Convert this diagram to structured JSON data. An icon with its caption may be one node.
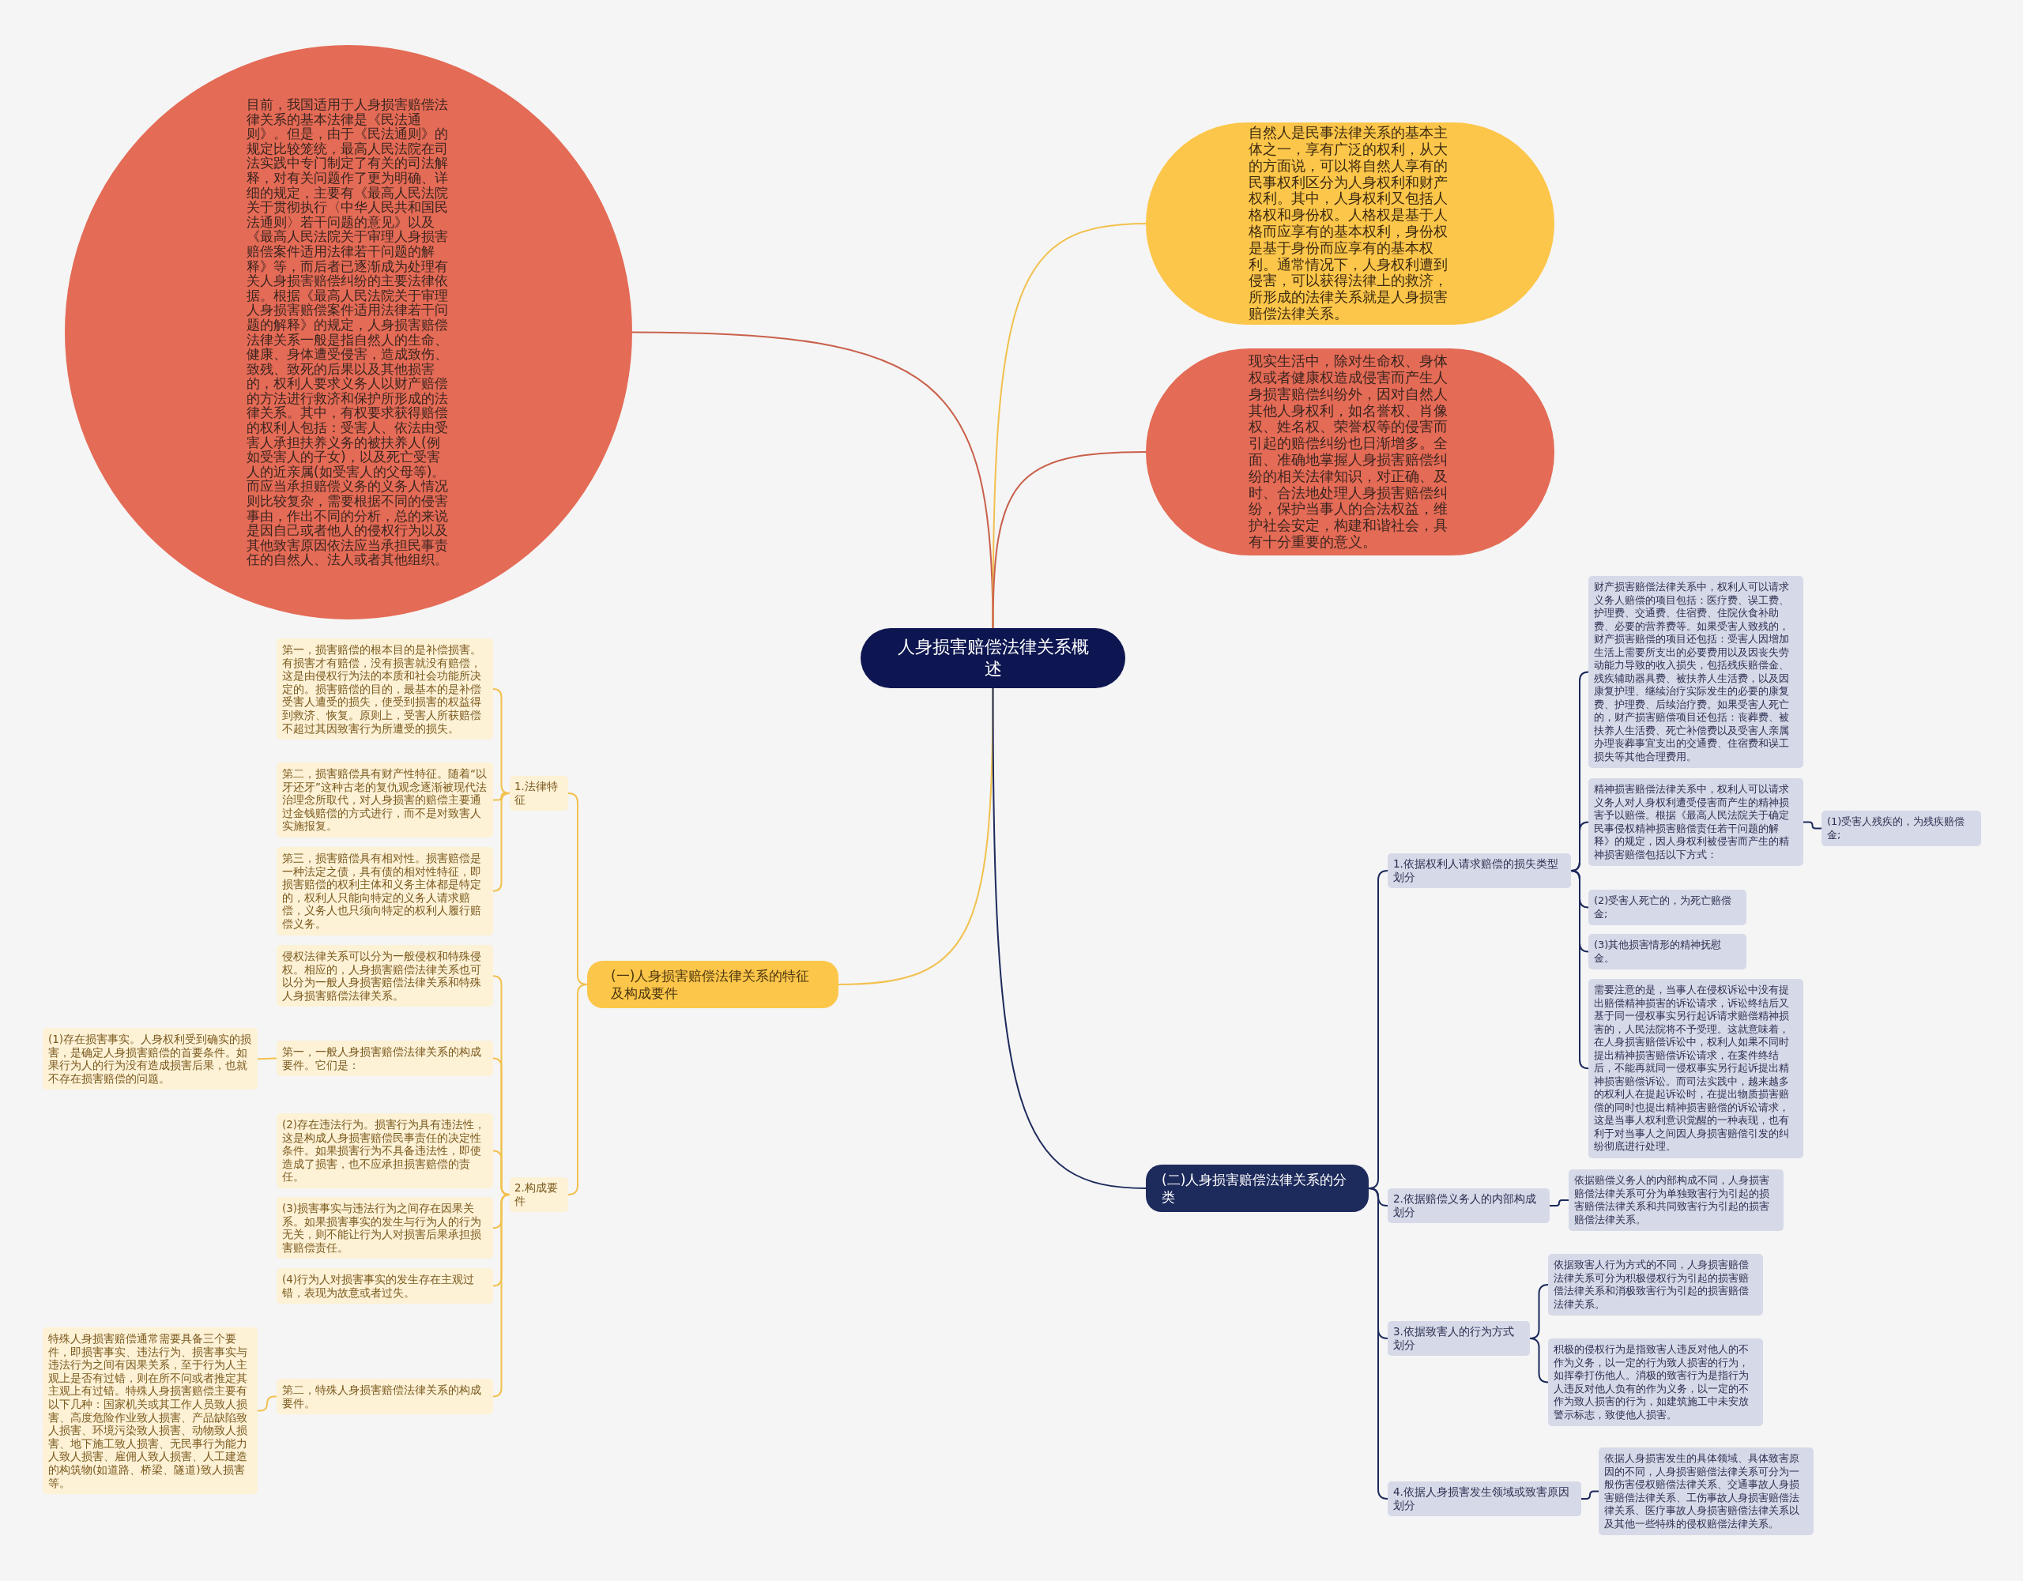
{
  "diagram": {
    "nodes": [
      {
        "text": [
          "人身损害赔偿法律关系概述"
        ]
      },
      {
        "text": [
          "目前，我国适用于人身损害赔偿法律关系的基本法律是《民法通则》。但是，由于《民法通则》的规定比较笼统，最高人民法院在司法实践中专门制定了有关的司法解释，对有关问题作了更为明确、详细的规定，主要有《最高人民法院关于贯彻执行〈中华人民共和国民法通则〉若干问题的意见》以及《最高人民法院关于审理人身损害赔偿案件适用法律若干问题的解释》等，而后者已逐渐成为处理有关人身损害赔偿纠纷的主要法律依据。根据《最高人民法院关于审理人身损害赔偿案件适用法律若干问题的解释》的规定，人身损害赔偿法律关系一般是指自然人的生命、健康、身体遭受侵害，造成致伤、致残、致死的后果以及其他损害的，权利人要求义务人以财产赔偿的方法进行救济和保护所形成的法律关系。其中，有权要求获得赔偿的权利人包括：受害人、依法由受害人承担扶养义务的被扶养人(例如受害人的子女)，以及死亡受害人的近亲属(如受害人的父母等)。而应当承担赔偿义务的义务人情况则比较复杂，需要根据不同的侵害事由，作出不同的分析，总的来说是因自己或者他人的侵权行为以及其他致害原因依法应当承担民事责任的自然人、法人或者其他组织。"
        ]
      },
      {
        "text": [
          "自然人是民事法律关系的基本主体之一，享有广泛的权利，从大的方面说，可以将自然人享有的民事权利区分为人身权利和财产权利。其中，人身权利又包括人格权和身份权。人格权是基于人格而应享有的基本权利，身份权是基于身份而应享有的基本权利。通常情况下，人身权利遭到侵害，可以获得法律上的救济，所形成的法律关系就是人身损害赔偿法律关系。"
        ]
      },
      {
        "text": [
          "现实生活中，除对生命权、身体权或者健康权造成侵害而产生人身损害赔偿纠纷外，因对自然人其他人身权利，如名誉权、肖像权、姓名权、荣誉权等的侵害而引起的赔偿纠纷也日渐增多。全面、准确地掌握人身损害赔偿纠纷的相关法律知识，对正确、及时、合法地处理人身损害赔偿纠纷，保护当事人的合法权益，维护社会安定，构建和谐社会，具有十分重要的意义。"
        ]
      },
      {
        "text": [
          "(一)人身损害赔偿法律关系的特征及构成要件"
        ]
      },
      {
        "text": [
          "1.法律特征"
        ]
      },
      {
        "text": [
          "第一，损害赔偿的根本目的是补偿损害。有损害才有赔偿，没有损害就没有赔偿，这是由侵权行为法的本质和社会功能所决定的。损害赔偿的目的，最基本的是补偿受害人遭受的损失，使受到损害的权益得到救济、恢复。原则上，受害人所获赔偿不超过其因致害行为所遭受的损失。"
        ]
      },
      {
        "text": [
          "第二，损害赔偿具有财产性特征。随着“以牙还牙”这种古老的复仇观念逐渐被现代法治理念所取代，对人身损害的赔偿主要通过金钱赔偿的方式进行，而不是对致害人实施报复。"
        ]
      },
      {
        "text": [
          "第三，损害赔偿具有相对性。损害赔偿是一种法定之债，具有债的相对性特征，即损害赔偿的权利主体和义务主体都是特定的，权利人只能向特定的义务人请求赔偿，义务人也只须向特定的权利人履行赔偿义务。"
        ]
      },
      {
        "text": [
          "2.构成要件"
        ]
      },
      {
        "text": [
          "侵权法律关系可以分为一般侵权和特殊侵权。相应的，人身损害赔偿法律关系也可以分为一般人身损害赔偿法律关系和特殊人身损害赔偿法律关系。"
        ]
      },
      {
        "text": [
          "第一，一般人身损害赔偿法律关系的构成要件。它们是："
        ]
      },
      {
        "text": [
          "(1)存在损害事实。人身权利受到确实的损害，是确定人身损害赔偿的首要条件。如果行为人的行为没有造成损害后果，也就不存在损害赔偿的问题。"
        ]
      },
      {
        "text": [
          "(2)存在违法行为。损害行为具有违法性，这是构成人身损害赔偿民事责任的决定性条件。如果损害行为不具备违法性，即使造成了损害，也不应承担损害赔偿的责任。"
        ]
      },
      {
        "text": [
          "(3)损害事实与违法行为之间存在因果关系。如果损害事实的发生与行为人的行为无关，则不能让行为人对损害后果承担损害赔偿责任。"
        ]
      },
      {
        "text": [
          "(4)行为人对损害事实的发生存在主观过错，表现为故意或者过失。"
        ]
      },
      {
        "text": [
          "第二，特殊人身损害赔偿法律关系的构成要件。"
        ]
      },
      {
        "text": [
          "特殊人身损害赔偿通常需要具备三个要件，即损害事实、违法行为、损害事实与违法行为之间有因果关系，至于行为人主观上是否有过错，则在所不问或者推定其主观上有过错。特殊人身损害赔偿主要有以下几种：国家机关或其工作人员致人损害、高度危险作业致人损害、产品缺陷致人损害、环境污染致人损害、动物致人损害、地下施工致人损害、无民事行为能力人致人损害、雇佣人致人损害、人工建造的构筑物(如道路、桥梁、隧道)致人损害等。"
        ]
      },
      {
        "text": [
          "(二)人身损害赔偿法律关系的分类"
        ]
      },
      {
        "text": [
          "1.依据权利人请求赔偿的损失类型划分"
        ]
      },
      {
        "text": [
          "财产损害赔偿法律关系中，权利人可以请求义务人赔偿的项目包括：医疗费、误工费、护理费、交通费、住宿费、住院伙食补助费、必要的营养费等。如果受害人致残的，财产损害赔偿的项目还包括：受害人因增加生活上需要所支出的必要费用以及因丧失劳动能力导致的收入损失，包括残疾赔偿金、残疾辅助器具费、被扶养人生活费，以及因康复护理、继续治疗实际发生的必要的康复费、护理费、后续治疗费。如果受害人死亡的，财产损害赔偿项目还包括：丧葬费、被扶养人生活费、死亡补偿费以及受害人亲属办理丧葬事宜支出的交通费、住宿费和误工损失等其他合理费用。"
        ]
      },
      {
        "text": [
          "精神损害赔偿法律关系中，权利人可以请求义务人对人身权利遭受侵害而产生的精神损害予以赔偿。根据《最高人民法院关于确定民事侵权精神损害赔偿责任若干问题的解释》的规定，因人身权利被侵害而产生的精神损害赔偿包括以下方式："
        ]
      },
      {
        "text": [
          "(1)受害人残疾的，为残疾赔偿金;"
        ]
      },
      {
        "text": [
          "(2)受害人死亡的，为死亡赔偿金;"
        ]
      },
      {
        "text": [
          "(3)其他损害情形的精神抚慰金。"
        ]
      },
      {
        "text": [
          "需要注意的是，当事人在侵权诉讼中没有提出赔偿精神损害的诉讼请求，诉讼终结后又基于同一侵权事实另行起诉请求赔偿精神损害的，人民法院将不予受理。这就意味着，在人身损害赔偿诉讼中，权利人如果不同时提出精神损害赔偿诉讼请求，在案件终结后，不能再就同一侵权事实另行起诉提出精神损害赔偿诉讼。而司法实践中，越来越多的权利人在提起诉讼时，在提出物质损害赔偿的同时也提出精神损害赔偿的诉讼请求，这是当事人权利意识觉醒的一种表现，也有利于对当事人之间因人身损害赔偿引发的纠纷彻底进行处理。"
        ]
      },
      {
        "text": [
          "2.依据赔偿义务人的内部构成划分"
        ]
      },
      {
        "text": [
          "依据赔偿义务人的内部构成不同，人身损害赔偿法律关系可分为单独致害行为引起的损害赔偿法律关系和共同致害行为引起的损害赔偿法律关系。"
        ]
      },
      {
        "text": [
          "3.依据致害人的行为方式划分"
        ]
      },
      {
        "text": [
          "依据致害人行为方式的不同，人身损害赔偿法律关系可分为积极侵权行为引起的损害赔偿法律关系和消极致害行为引起的损害赔偿法律关系。"
        ]
      },
      {
        "text": [
          "积极的侵权行为是指致害人违反对他人的不作为义务，以一定的行为致人损害的行为，如挥拳打伤他人。消极的致害行为是指行为人违反对他人负有的作为义务，以一定的不作为致人损害的行为，如建筑施工中未安放警示标志，致使他人损害。"
        ]
      },
      {
        "text": [
          "4.依据人身损害发生领域或致害原因划分"
        ]
      },
      {
        "text": [
          "依据人身损害发生的具体领域、具体致害原因的不同，人身损害赔偿法律关系可分为一般伤害侵权赔偿法律关系、交通事故人身损害赔偿法律关系、工伤事故人身损害赔偿法律关系、医疗事故人身损害赔偿法律关系以及其他一些特殊的侵权赔偿法律关系。"
        ]
      }
    ],
    "edges": [
      {
        "from": 0,
        "to": 1,
        "arrow": "none",
        "color": "#c9604b"
      },
      {
        "from": 0,
        "to": 2,
        "arrow": "none",
        "color": "#f2c14e"
      },
      {
        "from": 0,
        "to": 3,
        "arrow": "none",
        "color": "#c9604b"
      },
      {
        "from": 0,
        "to": 4,
        "arrow": "none",
        "color": "#f2c14e"
      },
      {
        "from": 4,
        "to": 5,
        "arrow": "none",
        "color": "#f2c14e"
      },
      {
        "from": 5,
        "to": 6,
        "arrow": "none",
        "color": "#f2c14e"
      },
      {
        "from": 5,
        "to": 7,
        "arrow": "none",
        "color": "#f2c14e"
      },
      {
        "from": 5,
        "to": 8,
        "arrow": "none",
        "color": "#f2c14e"
      },
      {
        "from": 4,
        "to": 9,
        "arrow": "none",
        "color": "#f2c14e"
      },
      {
        "from": 9,
        "to": 10,
        "arrow": "none",
        "color": "#f2c14e"
      },
      {
        "from": 9,
        "to": 11,
        "arrow": "none",
        "color": "#f2c14e"
      },
      {
        "from": 11,
        "to": 12,
        "arrow": "none",
        "color": "#f2c14e"
      },
      {
        "from": 9,
        "to": 13,
        "arrow": "none",
        "color": "#f2c14e"
      },
      {
        "from": 9,
        "to": 14,
        "arrow": "none",
        "color": "#f2c14e"
      },
      {
        "from": 9,
        "to": 15,
        "arrow": "none",
        "color": "#f2c14e"
      },
      {
        "from": 9,
        "to": 16,
        "arrow": "none",
        "color": "#f2c14e"
      },
      {
        "from": 16,
        "to": 17,
        "arrow": "none",
        "color": "#f2c14e"
      },
      {
        "from": 0,
        "to": 18,
        "arrow": "none",
        "color": "#1d2a5c"
      },
      {
        "from": 18,
        "to": 19,
        "arrow": "none",
        "color": "#1d2a5c"
      },
      {
        "from": 19,
        "to": 20,
        "arrow": "none",
        "color": "#1d2a5c"
      },
      {
        "from": 19,
        "to": 21,
        "arrow": "none",
        "color": "#1d2a5c"
      },
      {
        "from": 21,
        "to": 22,
        "arrow": "none",
        "color": "#1d2a5c"
      },
      {
        "from": 19,
        "to": 23,
        "arrow": "none",
        "color": "#1d2a5c"
      },
      {
        "from": 19,
        "to": 24,
        "arrow": "none",
        "color": "#1d2a5c"
      },
      {
        "from": 19,
        "to": 25,
        "arrow": "none",
        "color": "#1d2a5c"
      },
      {
        "from": 18,
        "to": 26,
        "arrow": "none",
        "color": "#1d2a5c"
      },
      {
        "from": 26,
        "to": 27,
        "arrow": "none",
        "color": "#1d2a5c"
      },
      {
        "from": 18,
        "to": 28,
        "arrow": "none",
        "color": "#1d2a5c"
      },
      {
        "from": 28,
        "to": 29,
        "arrow": "none",
        "color": "#1d2a5c"
      },
      {
        "from": 28,
        "to": 30,
        "arrow": "none",
        "color": "#1d2a5c"
      },
      {
        "from": 18,
        "to": 31,
        "arrow": "none",
        "color": "#1d2a5c"
      },
      {
        "from": 31,
        "to": 32,
        "arrow": "none",
        "color": "#1d2a5c"
      }
    ]
  }
}
